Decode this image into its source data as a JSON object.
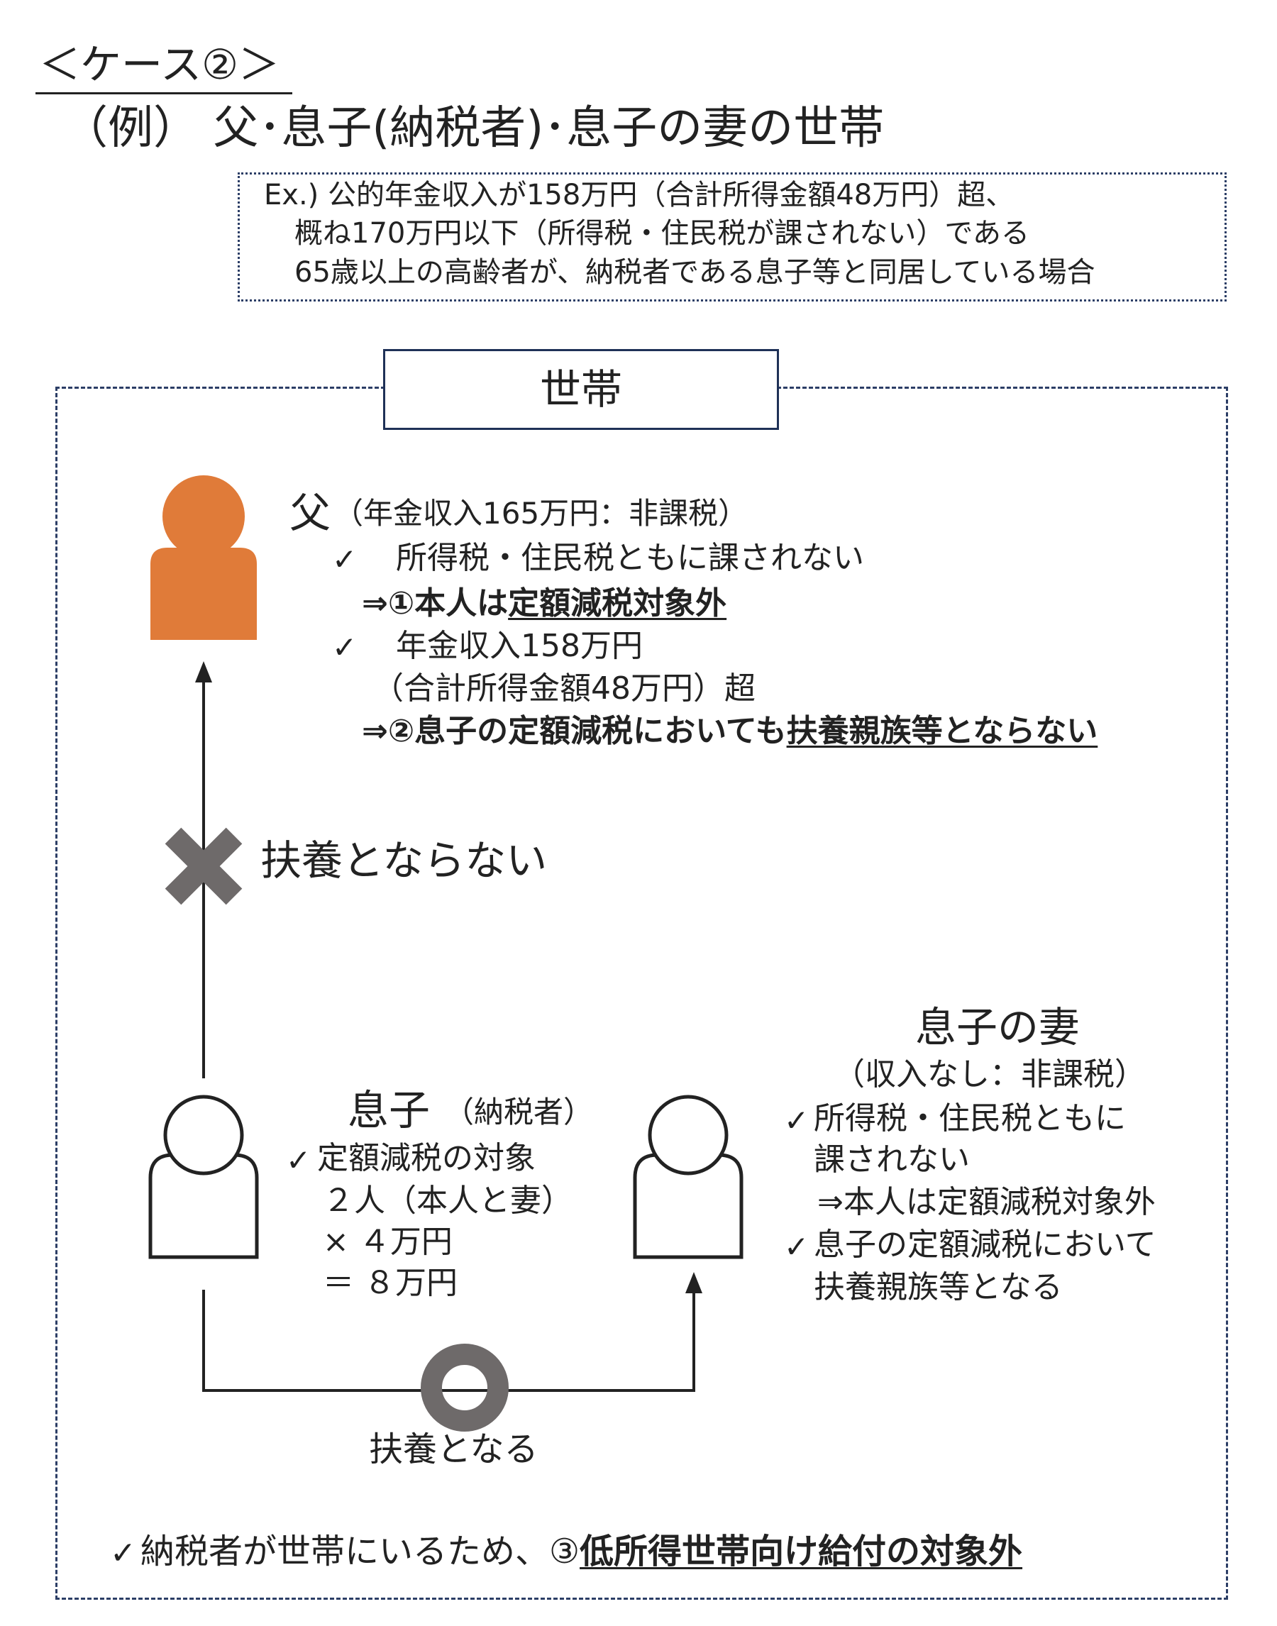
{
  "header": {
    "case_title": "＜ケース②＞",
    "example_title": "（例） 父･息子(納税者)･息子の妻の世帯"
  },
  "example_box": {
    "line1": "Ex.) 公的年金収入が158万円（合計所得金額48万円）超、",
    "line2": "概ね170万円以下（所得税・住民税が課されない）である",
    "line3": "65歳以上の高齢者が、納税者である息子等と同居している場合"
  },
  "household": {
    "label": "世帯"
  },
  "father": {
    "name": "父",
    "status": "（年金収入165万円：非課税）",
    "check1_mark": "✓",
    "check1": "所得税・住民税ともに課されない",
    "result1_prefix": "⇒①本人は",
    "result1_emph": "定額減税対象外",
    "check2_mark": "✓",
    "check2_line1": "年金収入158万円",
    "check2_line2": "（合計所得金額48万円）超",
    "result2_prefix": "⇒②息子の定額減税においても",
    "result2_emph": "扶養親族等とならない",
    "icon_color": "#E07B39"
  },
  "not_dependent": {
    "mark": "✖",
    "label": "扶養とならない"
  },
  "son": {
    "name": "息子",
    "role": "（納税者）",
    "check_mark": "✓",
    "line1": "定額減税の対象",
    "line2": "２人（本人と妻）",
    "line3": "× ４万円",
    "line4": "＝ ８万円"
  },
  "wife": {
    "name": "息子の妻",
    "status": "（収入なし：非課税）",
    "check1_mark": "✓",
    "check1_line1": "所得税・住民税ともに",
    "check1_line2": "課されない",
    "result1": "⇒本人は定額減税対象外",
    "check2_mark": "✓",
    "check2_line1": "息子の定額減税において",
    "check2_line2": "扶養親族等となる"
  },
  "dependent": {
    "mark": "○",
    "label": "扶養となる"
  },
  "footer": {
    "mark": "✓",
    "text": "納税者が世帯にいるため、",
    "emph_prefix": "③",
    "emph": "低所得世帯向け給付の対象外"
  },
  "colors": {
    "accent_orange": "#E07B39",
    "frame_navy": "#2C3E66",
    "mark_gray": "#6E6A6A"
  }
}
